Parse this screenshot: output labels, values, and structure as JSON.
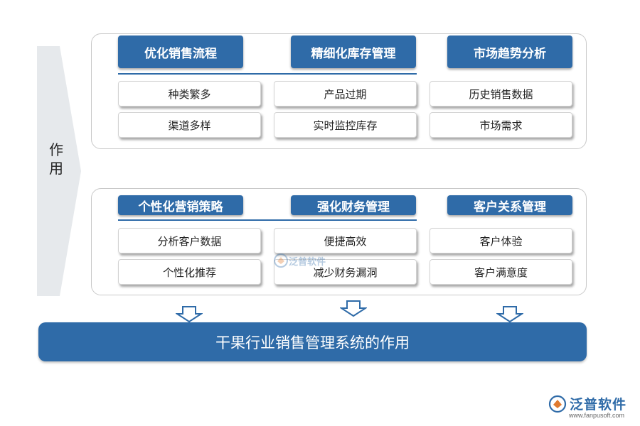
{
  "side_label": "作用",
  "top_panel": {
    "headers": [
      "优化销售流程",
      "精细化库存管理",
      "市场趋势分析"
    ],
    "items": [
      [
        "种类繁多",
        "渠道多样"
      ],
      [
        "产品过期",
        "实时监控库存"
      ],
      [
        "历史销售数据",
        "市场需求"
      ]
    ]
  },
  "bottom_panel": {
    "headers": [
      "个性化营销策略",
      "强化财务管理",
      "客户关系管理"
    ],
    "items": [
      [
        "分析客户数据",
        "个性化推荐"
      ],
      [
        "便捷高效",
        "减少财务漏洞"
      ],
      [
        "客户体验",
        "客户满意度"
      ]
    ]
  },
  "footer_title": "干果行业销售管理系统的作用",
  "watermark_text": "泛普软件",
  "logo": {
    "name": "泛普软件",
    "url": "www.fanpusoft.com"
  },
  "colors": {
    "primary": "#2f6ba8",
    "panel_border": "#c9c9c9",
    "side_arrow": "#e6e9ec"
  }
}
